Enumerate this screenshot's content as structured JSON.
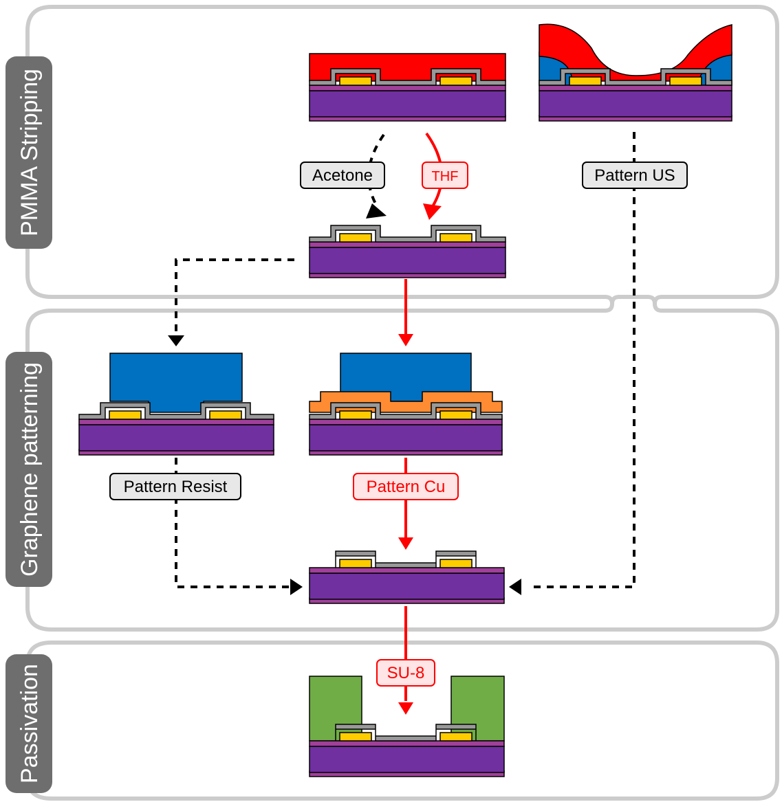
{
  "sections": {
    "pmma_stripping": "PMMA Stripping",
    "graphene_patterning": "Graphene patterning",
    "passivation": "Passivation"
  },
  "steps": {
    "acetone": "Acetone",
    "thf": "THF",
    "pattern_us": "Pattern US",
    "pattern_resist": "Pattern Resist",
    "pattern_cu": "Pattern Cu",
    "su8": "SU-8"
  },
  "colors": {
    "substrate": "#7030a0",
    "substrate_edge": "#a0409a",
    "electrode": "#ffcc00",
    "graphene": "#999999",
    "pmma": "#ff0000",
    "resist": "#0070c0",
    "copper": "#ff8c32",
    "su8": "#70ad47",
    "panel_border": "#cccccc",
    "label_tab": "#6e6e6e",
    "red_path": "#ff0000",
    "red_label_fill": "#ffe5e5",
    "black_label_fill": "#e8e8e8"
  }
}
